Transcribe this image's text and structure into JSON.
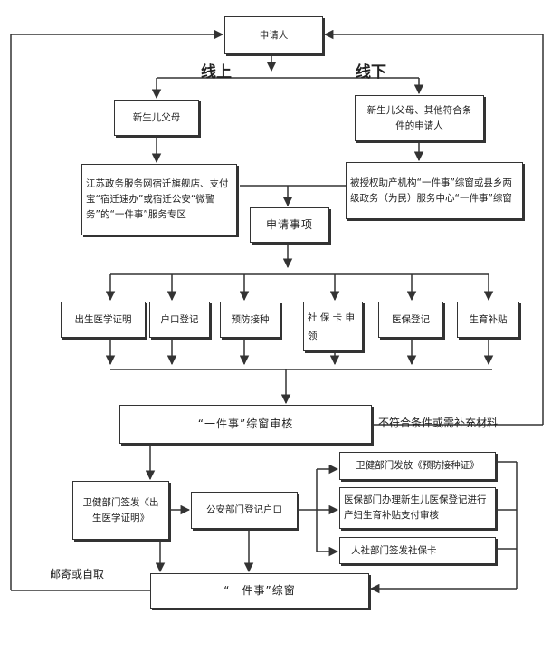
{
  "nodes": {
    "applicant": "申请人",
    "online_parents": "新生儿父母",
    "offline_parents": "新生儿父母、其他符合条件的申请人",
    "online_channel": "江苏政务服务网宿迁旗舰店、支付宝“宿迁速办”或宿迁公安“微警务”的“一件事”服务专区",
    "offline_channel": "被授权助产机构“一件事”综窗或县乡两级政务（为民）服务中心“一件事”综窗",
    "apply_items": "申请事项",
    "item_birth_cert": "出生医学证明",
    "item_household": "户口登记",
    "item_vaccination": "预防接种",
    "item_social_card": "社 保 卡 申领",
    "item_medical_ins": "医保登记",
    "item_maternity": "生育补贴",
    "window_review": "“一件事”综窗审核",
    "health_issue_birth": "卫健部门签发《出生医学证明》",
    "police_register": "公安部门登记户口",
    "health_issue_vaccine": "卫健部门发放《预防接种证》",
    "medical_register": "医保部门办理新生儿医保登记进行产妇生育补贴支付审核",
    "hr_social_card": "人社部门签发社保卡",
    "one_window": "“一件事”综窗"
  },
  "labels": {
    "online": "线上",
    "offline": "线下",
    "not_eligible": "不符合条件或需补充材料",
    "mail_or_pickup": "邮寄或自取"
  },
  "colors": {
    "line": "#333333",
    "text": "#222222"
  }
}
